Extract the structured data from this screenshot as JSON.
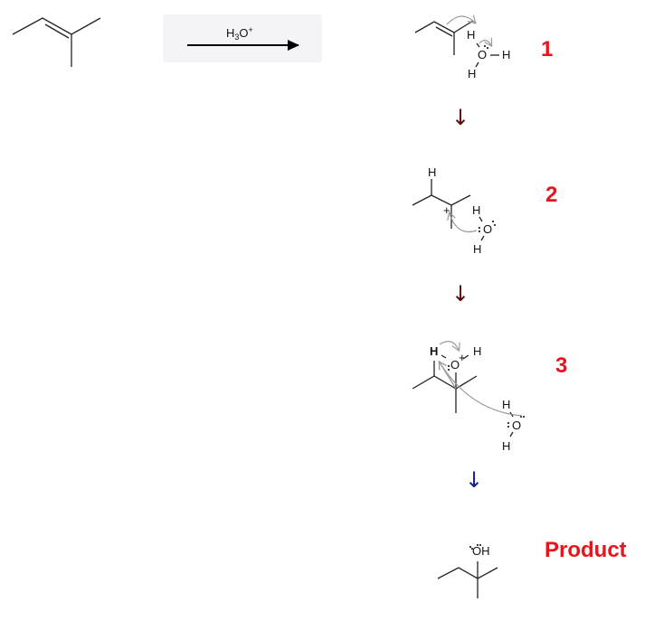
{
  "reagent": {
    "label_main": "H",
    "label_sub": "3",
    "label_o": "O",
    "label_sup": "+"
  },
  "steps": [
    {
      "number": "1",
      "atoms": {
        "h1": "H",
        "o": "O",
        "h2": "H",
        "h3": "H"
      }
    },
    {
      "number": "2",
      "atoms": {
        "h_top": "H",
        "charge": "+",
        "o": "O",
        "h1": "H",
        "h2": "H"
      }
    },
    {
      "number": "3",
      "atoms": {
        "h_bold": "H",
        "o": "O",
        "o_charge": "+",
        "h_right": "H",
        "o2": "O",
        "h1": "H",
        "h2": "H"
      }
    }
  ],
  "product": {
    "label": "Product",
    "oh": "OH"
  },
  "step_arrows": [
    {
      "glyph": "↓",
      "color": "#5a0a0a"
    },
    {
      "glyph": "↓",
      "color": "#5a0a0a"
    },
    {
      "glyph": "↓",
      "color": "#10208a"
    }
  ],
  "colors": {
    "step_label": "#e8141d",
    "reagent_box": "#f4f4f6",
    "curved_arrow": "#999999"
  }
}
